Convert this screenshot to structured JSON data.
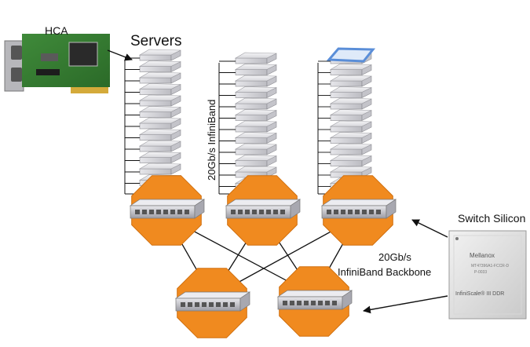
{
  "labels": {
    "hca": "HCA",
    "servers": "Servers",
    "link": "20Gb/s InfiniBand",
    "switch_silicon": "Switch Silicon",
    "backbone_line1": "20Gb/s",
    "backbone_line2": "InfiniBand Backbone",
    "chip_brand": "Mellanox",
    "chip_model": "InfiniScale® III DDR"
  },
  "colors": {
    "switch_hex": "#f08a1f",
    "highlight": "#5a8ed8"
  }
}
